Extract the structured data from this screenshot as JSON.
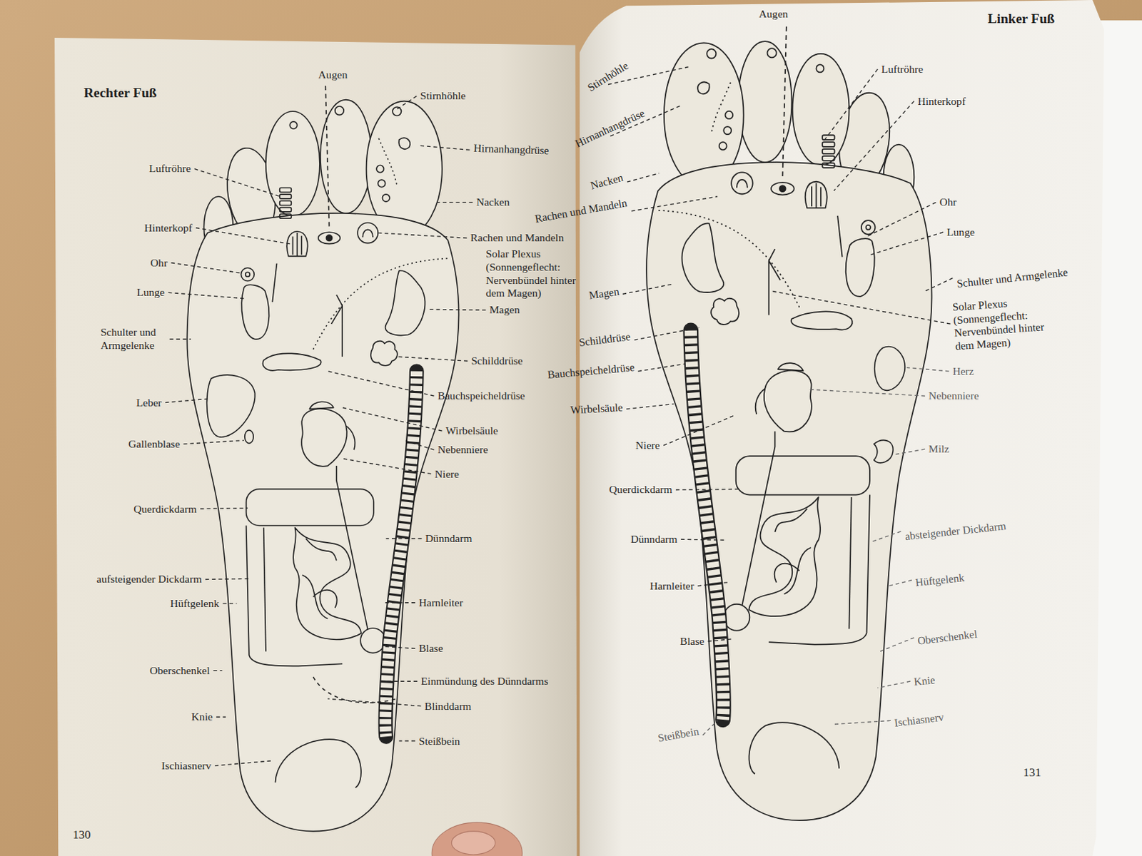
{
  "diagram": {
    "labels": [
      "Rechter Fuß",
      "Augen",
      "Stirnhöhle",
      "Hirnanhangdrüse",
      "Luftröhre",
      "Nacken",
      "Hinterkopf",
      "Rachen und Mandeln",
      "Solar Plexus (Sonnengeflecht: Nervenbündel hinter dem Magen)",
      "Ohr",
      "Lunge",
      "Magen",
      "Schulter und Armgelenke",
      "Schilddrüse",
      "Leber",
      "Bauchspeicheldrüse",
      "Gallenblase",
      "Wirbelsäule",
      "Nebenniere",
      "Niere",
      "Querdickdarm",
      "Dünndarm",
      "aufsteigender Dickdarm",
      "Hüftgelenk",
      "Harnleiter",
      "Blase",
      "Oberschenkel",
      "Einmündung des Dünndarms",
      "Blinddarm",
      "Knie",
      "Steißbein",
      "Ischiasnerv",
      "130",
      "Augen",
      "Linker Fuß",
      "Stirnhöhle",
      "Luftröhre",
      "Hirnanhangdrüse",
      "Hinterkopf",
      "Nacken",
      "Rachen und Mandeln",
      "Ohr",
      "Lunge",
      "Magen",
      "Schulter und Armgelenke",
      "Solar Plexus (Sonnengeflecht: Nervenbündel hinter dem Magen)",
      "Schilddrüse",
      "Bauchspeicheldrüse",
      "Herz",
      "Wirbelsäule",
      "Nebenniere",
      "Niere",
      "Milz",
      "Querdickdarm",
      "absteigender Dickdarm",
      "Dünndarm",
      "Hüftgelenk",
      "Harnleiter",
      "Oberschenkel",
      "Blase",
      "Knie",
      "Ischiasnerv",
      "Steißbein",
      "131"
    ]
  }
}
